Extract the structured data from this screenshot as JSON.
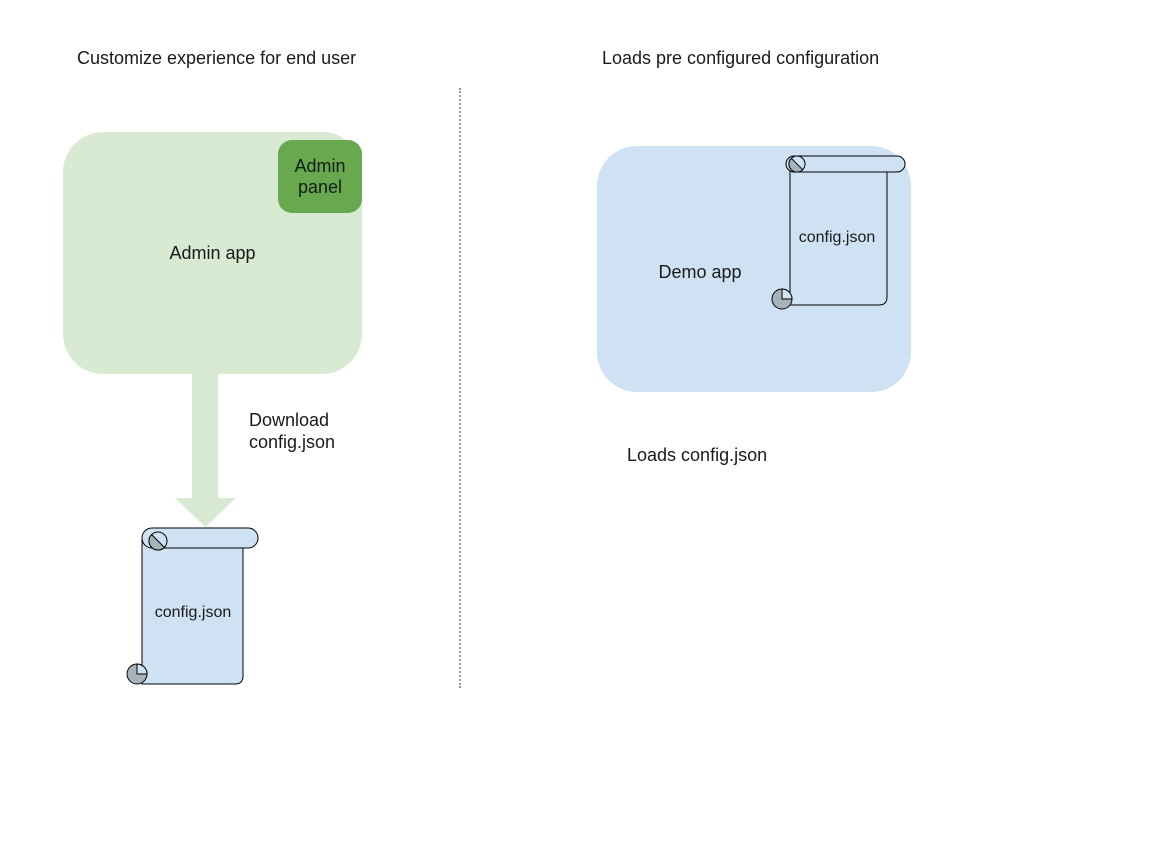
{
  "left": {
    "title": "Customize experience for end user",
    "admin_app_label": "Admin app",
    "admin_panel_label": "Admin panel",
    "download_label": "Download config.json",
    "config_file_label": "config.json"
  },
  "right": {
    "title": "Loads pre configured configuration",
    "demo_app_label": "Demo app",
    "config_file_label": "config.json",
    "caption": "Loads config.json"
  },
  "colors": {
    "app_green": "#d9ead3",
    "panel_green": "#6aa84f",
    "app_blue": "#cfe2f3",
    "scroll_fill": "#cfe2f3",
    "scroll_curl_gray": "#a8b2ba",
    "outline": "#000000",
    "arrow_green": "#d9ead3",
    "divider_gray": "#999999"
  }
}
